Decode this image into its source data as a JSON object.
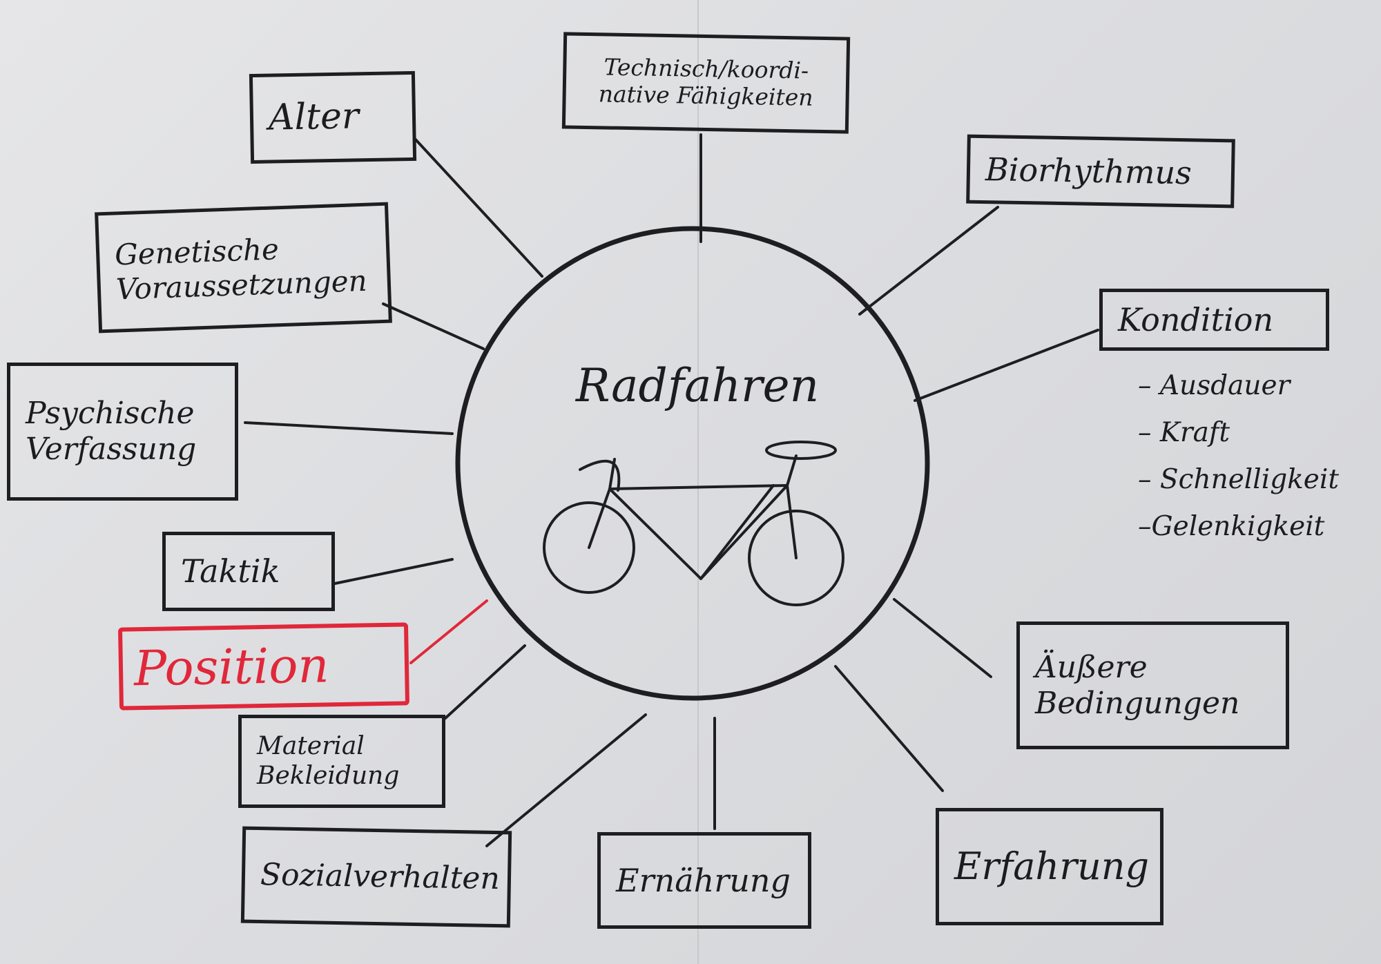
{
  "center": {
    "title": "Radfahren",
    "icon": "bicycle-icon"
  },
  "factors": {
    "technik": "Technisch/koordi-\nnative Fähigkeiten",
    "alter": "Alter",
    "genetik": "Genetische\nVoraussetzungen",
    "psyche": "Psychische\nVerfassung",
    "taktik": "Taktik",
    "position": "Position",
    "material": "Material\nBekleidung",
    "sozial": "Sozialverhalten",
    "ernaehrung": "Ernährung",
    "erfahrung": "Erfahrung",
    "aeussere": "Äußere\nBedingungen",
    "kondition": "Kondition",
    "biorhythmus": "Biorhythmus"
  },
  "kondition_items": [
    "– Ausdauer",
    "– Kraft",
    "– Schnelligkeit",
    "–Gelenkigkeit"
  ],
  "colors": {
    "ink": "#1e1e22",
    "highlight": "#e0283a",
    "paper": "#e2e2e4"
  }
}
